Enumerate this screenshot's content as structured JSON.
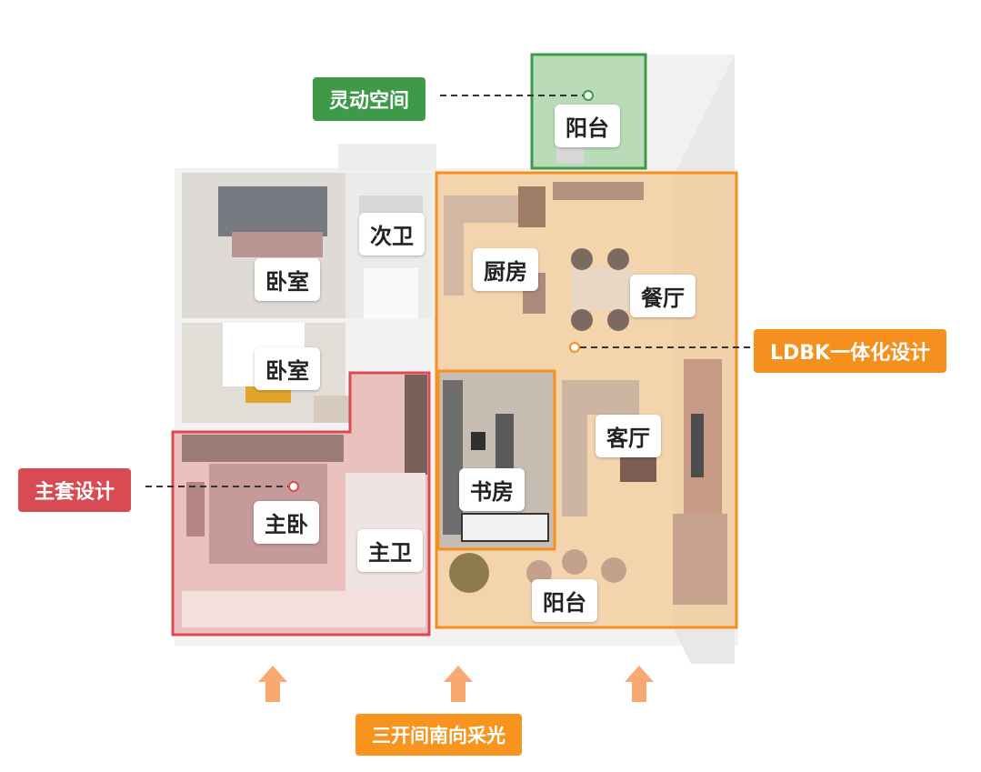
{
  "rooms": {
    "balcony_top": "阳台",
    "second_bath": "次卫",
    "kitchen": "厨房",
    "dining": "餐厅",
    "bedroom_1": "卧室",
    "bedroom_2": "卧室",
    "living": "客厅",
    "study": "书房",
    "master_bedroom": "主卧",
    "master_bath": "主卫",
    "balcony_bottom": "阳台"
  },
  "callouts": {
    "flex_space": "灵动空间",
    "ldbk": "LDBK一体化设计",
    "master_suite": "主套设计",
    "south_light": "三开间南向采光"
  },
  "colors": {
    "green": "#3e9a48",
    "orange": "#f5901e",
    "red": "#d94b52",
    "floor_warm": "#f3c996",
    "floor_pink": "#e7b4b0"
  }
}
